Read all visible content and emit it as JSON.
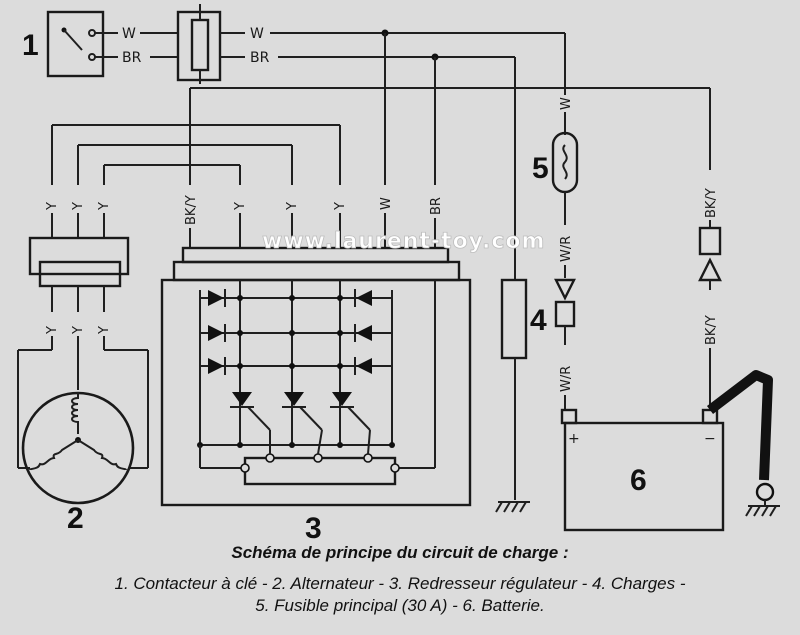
{
  "components": {
    "c1": "1",
    "c2": "2",
    "c3": "3",
    "c4": "4",
    "c5": "5",
    "c6": "6"
  },
  "wire_labels": {
    "w": "W",
    "br": "BR",
    "y": "Y",
    "bk_y": "BK/Y",
    "w_r": "W/R"
  },
  "battery": {
    "plus": "+",
    "minus": "−"
  },
  "watermark": "www.laurent-toy.com",
  "caption": {
    "title": "Schéma de principe du circuit de charge :",
    "line1": "1. Contacteur à clé - 2. Alternateur - 3. Redresseur régulateur - 4. Charges -",
    "line2": "5. Fusible principal (30 A) - 6. Batterie."
  },
  "colors": {
    "background": "#dcdcdc",
    "ink": "#1a1a1a"
  }
}
